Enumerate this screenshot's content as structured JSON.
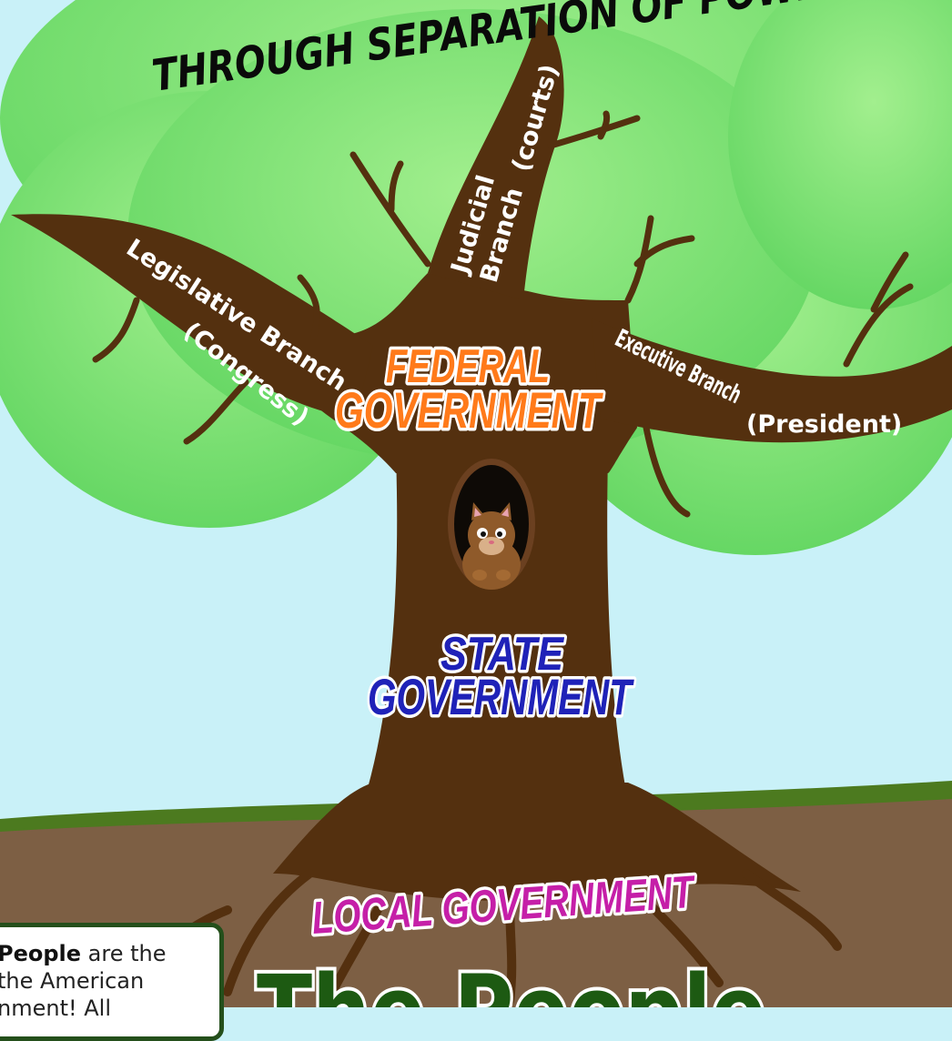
{
  "header": {
    "title_partial": "THROUGH SEPARATION OF POWERS"
  },
  "branches": {
    "legislative": {
      "line1": "Legislative Branch",
      "line2": "(Congress)"
    },
    "judicial": {
      "line1": "Judicial",
      "line2": "Branch",
      "line3": "(courts)"
    },
    "executive": {
      "line1": "Executive Branch",
      "line2": "(President)"
    }
  },
  "levels": {
    "federal": {
      "line1": "FEDERAL",
      "line2": "GOVERNMENT",
      "color": "#ff7a1a"
    },
    "state": {
      "line1": "STATE",
      "line2": "GOVERNMENT",
      "color": "#1f22b8"
    },
    "local": {
      "line1": "LOCAL GOVERNMENT",
      "color": "#c51fa8"
    }
  },
  "footer": {
    "title_partial": "The People"
  },
  "note": {
    "bold": "People",
    "line1_rest": " are the",
    "line2": "the American",
    "line3": "nment! All"
  },
  "colors": {
    "sky": "#c9f1f8",
    "leaves": "#7fdc74",
    "trunk": "#54300f",
    "soil": "#7d5f44",
    "grass": "#4c7a1f"
  }
}
